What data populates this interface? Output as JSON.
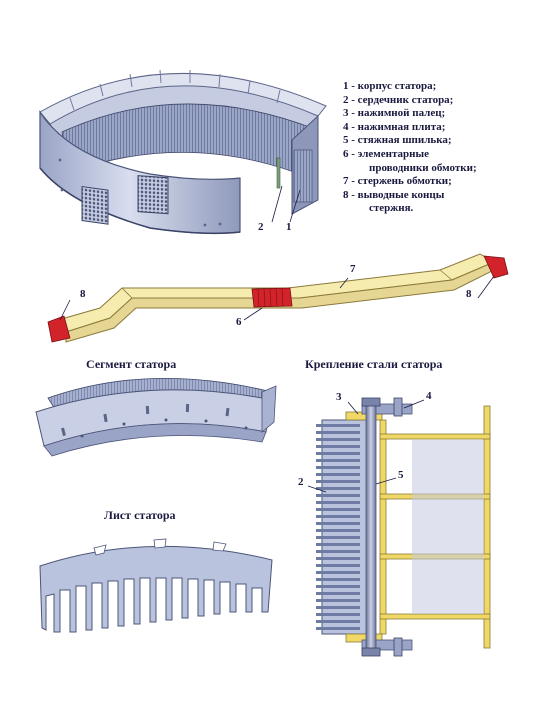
{
  "legend": {
    "items": [
      "1 - корпус   статора;",
      "2 - сердечник   статора;",
      "3 - нажимной   палец;",
      "4 - нажимная   плита;",
      "5 - стяжная   шпилька;",
      "6 - элементарные",
      "проводники   обмотки;",
      "7 - стержень   обмотки;",
      "8 - выводные   концы",
      "стержня."
    ]
  },
  "captions": {
    "segment": "Сегмент   статора",
    "fastening": "Крепление   стали   статора",
    "sheet": "Лист   статора"
  },
  "stator_labels": {
    "n2": "2",
    "n1": "1"
  },
  "bar_labels": {
    "n8_left": "8",
    "n6": "6",
    "n7": "7",
    "n8_right": "8"
  },
  "fastening_labels": {
    "n3": "3",
    "n4": "4",
    "n2": "2",
    "n5": "5"
  },
  "colors": {
    "steel": "#b9c3de",
    "steel_dark": "#6f7ba3",
    "copper": "#d2232a",
    "bar_yellow": "#f7ecb0",
    "frame_yellow": "#f0d866",
    "ink": "#1a1a40"
  }
}
